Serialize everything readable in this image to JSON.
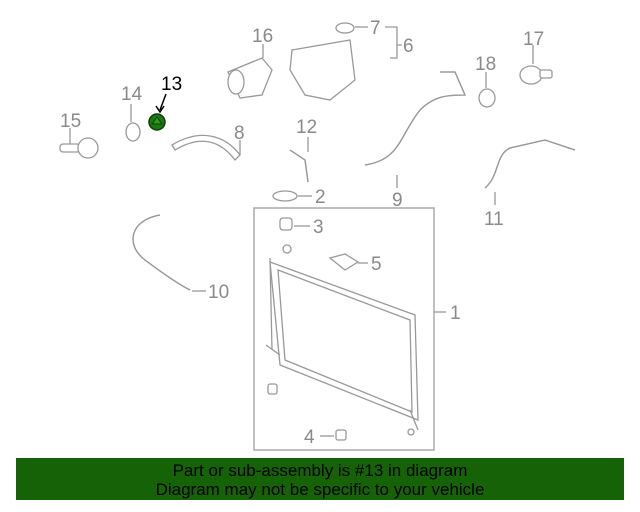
{
  "diagram": {
    "highlighted_part": "13",
    "highlight_color": "#1a7a10",
    "callouts": {
      "p1": "1",
      "p2": "2",
      "p3": "3",
      "p4": "4",
      "p5": "5",
      "p6": "6",
      "p7": "7",
      "p8": "8",
      "p9": "9",
      "p10": "10",
      "p11": "11",
      "p12": "12",
      "p13": "13",
      "p14": "14",
      "p15": "15",
      "p16": "16",
      "p17": "17",
      "p18": "18"
    }
  },
  "banner": {
    "line1": "Part or sub-assembly is #13 in diagram",
    "line2": "Diagram may not be specific to your vehicle",
    "color": "#156306"
  }
}
